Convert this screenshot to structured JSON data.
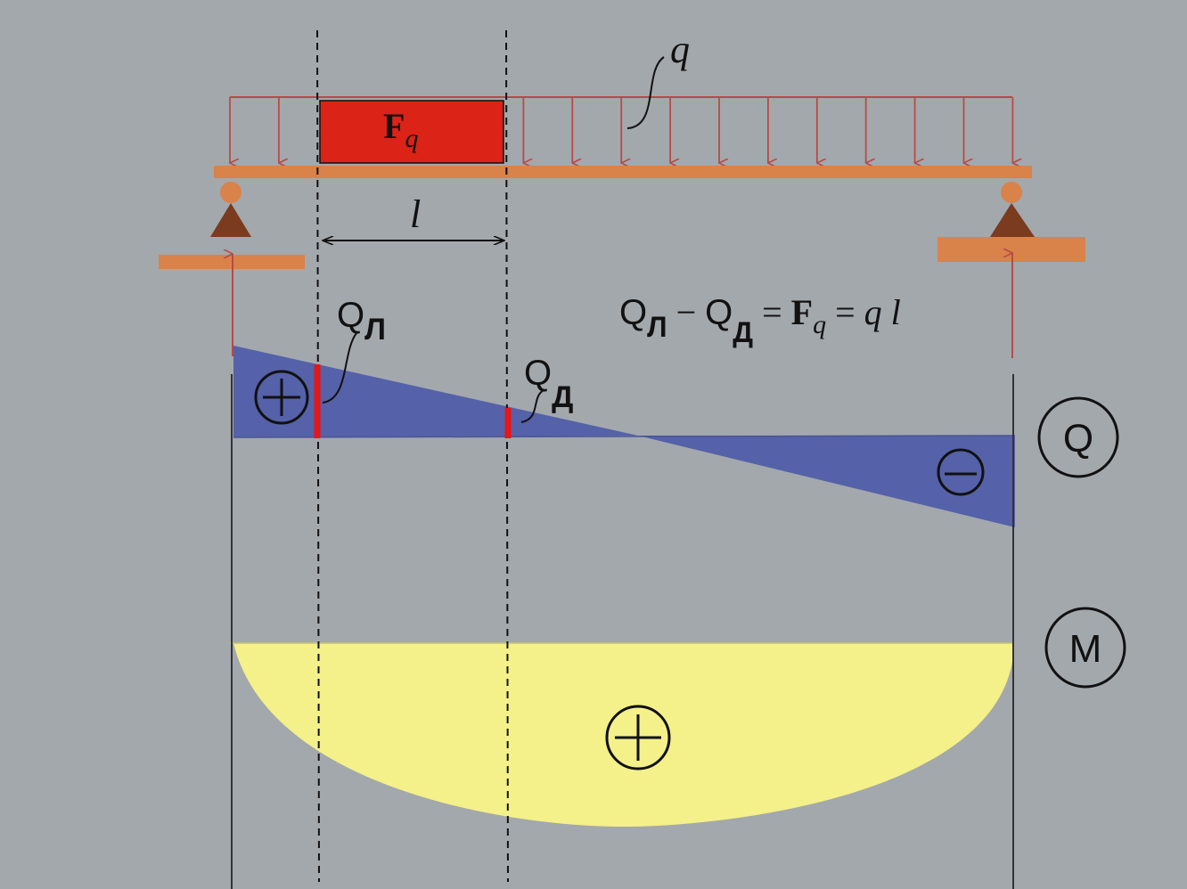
{
  "colors": {
    "background": "#a3a8ad",
    "beam": "#d9824a",
    "load_arrow": "#b84a46",
    "block": "#db2318",
    "shear_fill": "#5561a8",
    "moment_fill": "#f4f08a",
    "marker": "#e31818",
    "ink": "#111111"
  },
  "labels": {
    "load_q": "q",
    "block_F": "F",
    "block_sub": "q",
    "length": "l",
    "q_left_main": "Q",
    "q_left_sub": "Л",
    "q_right_main": "Q",
    "q_right_sub": "Д",
    "equation": {
      "ql": "Q",
      "ql_sub": "Л",
      "minus": " − ",
      "qd": "Q",
      "qd_sub": "Д",
      "eq1": " = ",
      "f": "F",
      "f_sub": "q",
      "eq2": " = ",
      "q": "q",
      "l": " l"
    },
    "shear_plus": "+",
    "shear_minus": "−",
    "moment_plus": "+",
    "diagram_Q": "Q",
    "diagram_M": "M"
  }
}
